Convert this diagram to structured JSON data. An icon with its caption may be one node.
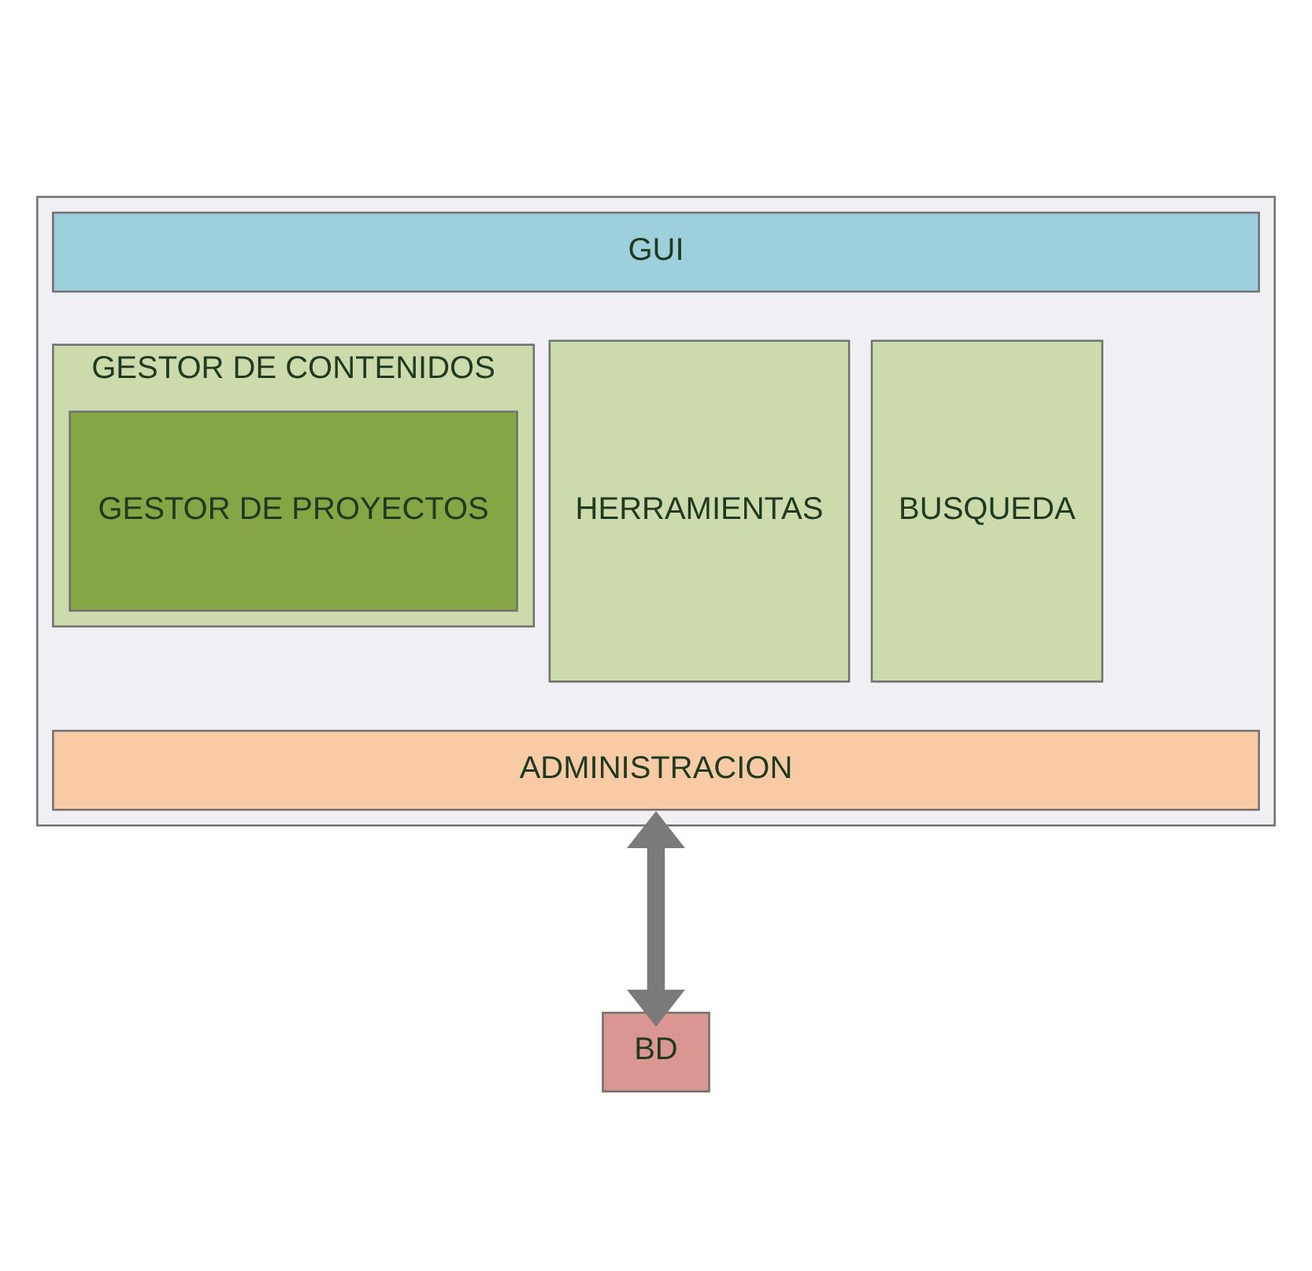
{
  "diagram": {
    "nodes": [
      {
        "text": [],
        "shape": "box"
      },
      {
        "text": [
          "GUI"
        ],
        "in": 0
      },
      {
        "text": [
          "GESTOR DE CONTENIDOS"
        ],
        "in": 0
      },
      {
        "text": [
          "GESTOR DE PROYECTOS"
        ],
        "in": 2
      },
      {
        "text": [
          "HERRAMIENTAS"
        ],
        "in": 0
      },
      {
        "text": [
          "BUSQUEDA"
        ],
        "in": 0
      },
      {
        "text": [
          "ADMINISTRACION"
        ],
        "in": 0
      },
      {
        "text": [
          "BD"
        ]
      }
    ],
    "edges": [
      {
        "from": 0,
        "to": 7,
        "arrow": "both"
      }
    ]
  }
}
